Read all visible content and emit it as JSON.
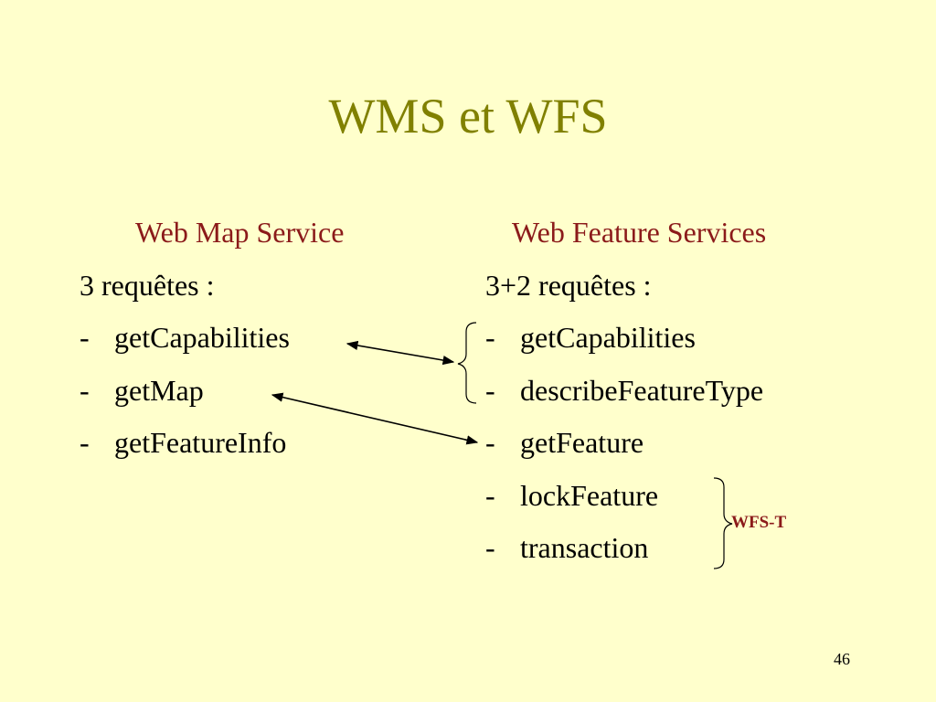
{
  "slide": {
    "title": "WMS et WFS",
    "page_number": "46"
  },
  "wms": {
    "heading": "Web Map Service",
    "count_label": "3 requêtes :",
    "bullet": "-",
    "items": [
      "getCapabilities",
      "getMap",
      "getFeatureInfo"
    ]
  },
  "wfs": {
    "heading": "Web Feature Services",
    "count_label": "3+2 requêtes :",
    "bullet": "-",
    "items": [
      "getCapabilities",
      "describeFeatureType",
      "getFeature",
      "lockFeature",
      "transaction"
    ],
    "transactional_label": "WFS-T"
  },
  "colors": {
    "background": "#ffffcc",
    "title": "#808000",
    "heading": "#8b1a1a",
    "text": "#000000"
  }
}
